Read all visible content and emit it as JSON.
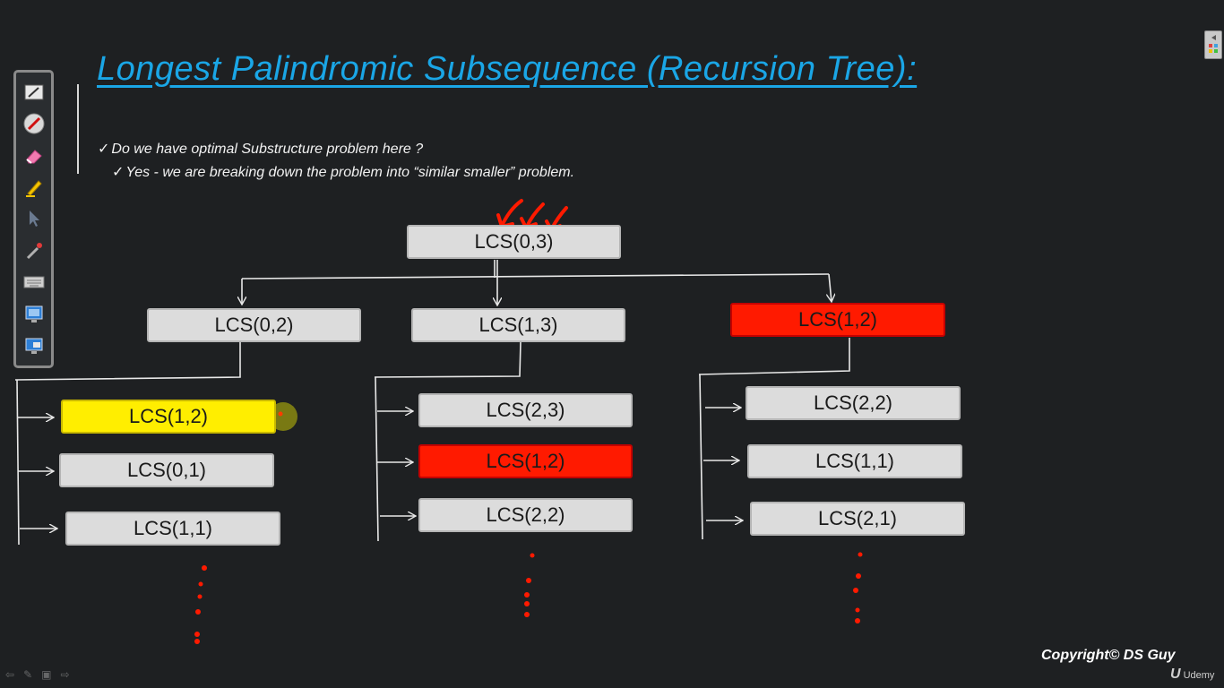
{
  "slide": {
    "title": "Longest Palindromic Subsequence (Recursion Tree):",
    "bullets": [
      "Do we have optimal Substructure problem here ?",
      "Yes - we are breaking down the problem into “similar smaller” problem."
    ],
    "check_mark": "✓"
  },
  "tree": {
    "root": "LCS(0,3)",
    "level1": [
      "LCS(0,2)",
      "LCS(1,3)",
      "LCS(1,2)"
    ],
    "level2_left": [
      "LCS(1,2)",
      "LCS(0,1)",
      "LCS(1,1)"
    ],
    "level2_middle": [
      "LCS(2,3)",
      "LCS(1,2)",
      "LCS(2,2)"
    ],
    "level2_right": [
      "LCS(2,2)",
      "LCS(1,1)",
      "LCS(2,1)"
    ]
  },
  "colors": {
    "title": "#1aa6e6",
    "node_default": "#dcdcdc",
    "node_repeat": "#ff1a00",
    "node_highlight": "#ffee00",
    "annotation": "#ff1a00"
  },
  "toolbar": {
    "tools": [
      "pen-icon",
      "laser-icon",
      "eraser-icon",
      "highlighter-icon",
      "pointer-icon",
      "color-picker-icon",
      "keyboard-icon",
      "screen-icon",
      "desktop-icon"
    ]
  },
  "footer": {
    "copyright": "Copyright© DS Guy",
    "brand": "Udemy",
    "brand_glyph": "U"
  }
}
